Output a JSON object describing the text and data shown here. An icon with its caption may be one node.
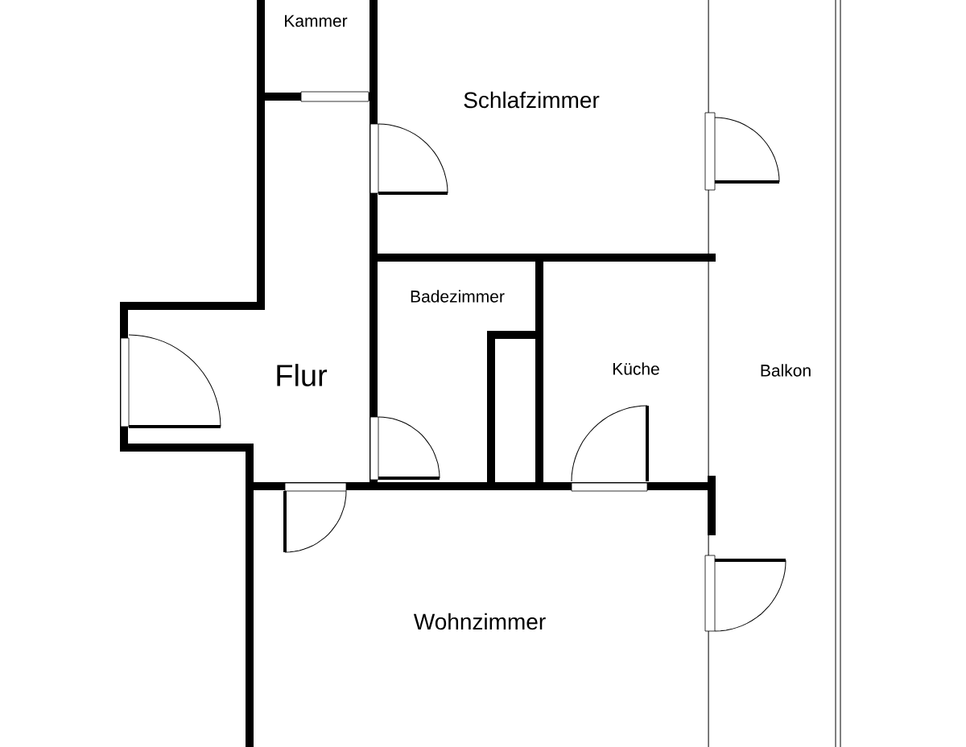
{
  "diagram": {
    "labels": [
      "Kammer",
      "Schlafzimmer",
      "Badezimmer",
      "Flur",
      "Küche",
      "Balkon",
      "Wohnzimmer"
    ]
  }
}
